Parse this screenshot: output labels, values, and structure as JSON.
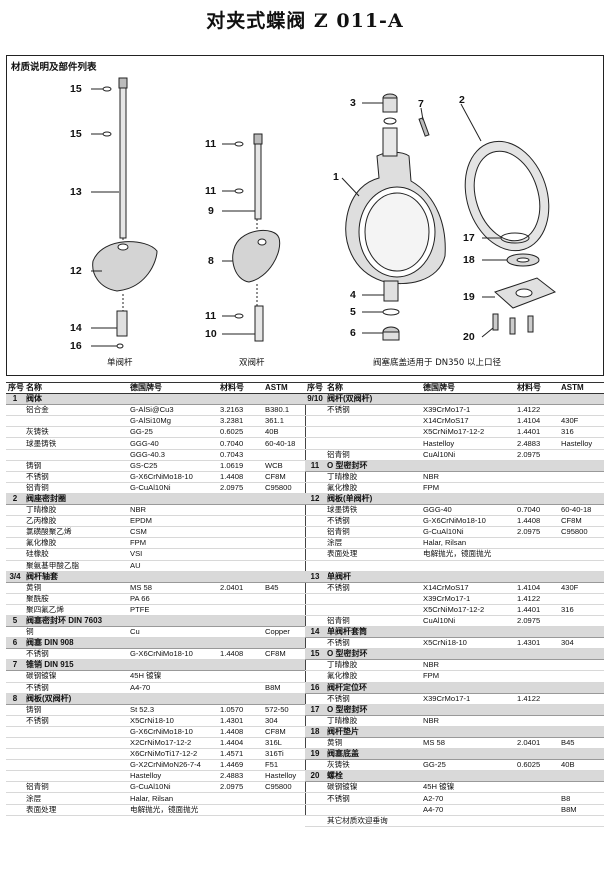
{
  "title": "对夹式蝶阀 Z 011-A",
  "diagram": {
    "header": "材质说明及部件列表",
    "captions": {
      "single_stem": "单阀杆",
      "double_stem": "双阀杆",
      "note": "阀塞底盖适用于 DN350 以上口径"
    },
    "callouts": {
      "c15a": "15",
      "c15b": "15",
      "c13": "13",
      "c12": "12",
      "c14": "14",
      "c16": "16",
      "c11a": "11",
      "c11b": "11",
      "c9": "9",
      "c8": "8",
      "c11c": "11",
      "c10": "10",
      "c3": "3",
      "c7": "7",
      "c2": "2",
      "c1": "1",
      "c17": "17",
      "c18": "18",
      "c4": "4",
      "c5": "5",
      "c19": "19",
      "c6": "6",
      "c20": "20"
    }
  },
  "table_headers": {
    "no": "序号",
    "name": "名称",
    "din": "德国牌号",
    "mat": "材料号",
    "astm": "ASTM"
  },
  "left_rows": [
    {
      "g": true,
      "no": "1",
      "name": "阀体"
    },
    {
      "name": "铝合金",
      "din": "G-AlSi@Cu3",
      "mat": "3.2163",
      "astm": "B380.1"
    },
    {
      "name": "",
      "din": "G-AlSi10Mg",
      "mat": "3.2381",
      "astm": "361.1"
    },
    {
      "name": "灰铸铁",
      "din": "GG-25",
      "mat": "0.6025",
      "astm": "40B"
    },
    {
      "name": "球墨铸铁",
      "din": "GGG-40",
      "mat": "0.7040",
      "astm": "60-40-18"
    },
    {
      "name": "",
      "din": "GGG-40.3",
      "mat": "0.7043",
      "astm": ""
    },
    {
      "name": "铸钢",
      "din": "GS-C25",
      "mat": "1.0619",
      "astm": "WCB"
    },
    {
      "name": "不锈钢",
      "din": "G-X6CrNiMo18-10",
      "mat": "1.4408",
      "astm": "CF8M"
    },
    {
      "name": "铝青铜",
      "din": "G-CuAl10Ni",
      "mat": "2.0975",
      "astm": "C95800"
    },
    {
      "g": true,
      "no": "2",
      "name": "阀座密封圈"
    },
    {
      "name": "丁晴橡胶",
      "din": "NBR",
      "mat": "",
      "astm": ""
    },
    {
      "name": "乙丙橡胶",
      "din": "EPDM",
      "mat": "",
      "astm": ""
    },
    {
      "name": "氯磺酸聚乙烯",
      "din": "CSM",
      "mat": "",
      "astm": ""
    },
    {
      "name": "氟化橡胶",
      "din": "FPM",
      "mat": "",
      "astm": ""
    },
    {
      "name": "硅橡胶",
      "din": "VSI",
      "mat": "",
      "astm": ""
    },
    {
      "name": "聚氨基甲酸乙脂",
      "din": "AU",
      "mat": "",
      "astm": ""
    },
    {
      "g": true,
      "no": "3/4",
      "name": "阀杆轴套"
    },
    {
      "name": "黄铜",
      "din": "MS 58",
      "mat": "2.0401",
      "astm": "B45"
    },
    {
      "name": "聚酰胺",
      "din": "PA 66",
      "mat": "",
      "astm": ""
    },
    {
      "name": "聚四氟乙烯",
      "din": "PTFE",
      "mat": "",
      "astm": ""
    },
    {
      "g": true,
      "no": "5",
      "name": "阀塞密封环 DIN 7603"
    },
    {
      "name": "铜",
      "din": "Cu",
      "mat": "",
      "astm": "Copper"
    },
    {
      "g": true,
      "no": "6",
      "name": "阀塞 DIN 908"
    },
    {
      "name": "不锈钢",
      "din": "G-X6CrNiMo18-10",
      "mat": "1.4408",
      "astm": "CF8M"
    },
    {
      "g": true,
      "no": "7",
      "name": "锥销 DIN 915"
    },
    {
      "name": "碳钢镀镍",
      "din": "45H 镀镍",
      "mat": "",
      "astm": ""
    },
    {
      "name": "不锈钢",
      "din": "A4-70",
      "mat": "",
      "astm": "B8M"
    },
    {
      "g": true,
      "no": "8",
      "name": "阀板(双阀杆)"
    },
    {
      "name": "铸钢",
      "din": "St 52.3",
      "mat": "1.0570",
      "astm": "572-50"
    },
    {
      "name": "不锈钢",
      "din": "X5CrNi18-10",
      "mat": "1.4301",
      "astm": "304"
    },
    {
      "name": "",
      "din": "G-X6CrNiMo18-10",
      "mat": "1.4408",
      "astm": "CF8M"
    },
    {
      "name": "",
      "din": "X2CrNiMo17-12-2",
      "mat": "1.4404",
      "astm": "316L"
    },
    {
      "name": "",
      "din": "X6CrNiMoTi17-12-2",
      "mat": "1.4571",
      "astm": "316Ti"
    },
    {
      "name": "",
      "din": "G-X2CrNiMoN26-7-4",
      "mat": "1.4469",
      "astm": "F51"
    },
    {
      "name": "",
      "din": "Hastelloy",
      "mat": "2.4883",
      "astm": "Hastelloy"
    },
    {
      "name": "铝青铜",
      "din": "G-CuAl10Ni",
      "mat": "2.0975",
      "astm": "C95800"
    },
    {
      "name": "涂层",
      "din": "Halar, Rilsan",
      "mat": "",
      "astm": ""
    },
    {
      "name": "表面处理",
      "din": "电解抛光，镜面抛光",
      "mat": "",
      "astm": ""
    }
  ],
  "right_rows": [
    {
      "g": true,
      "no": "9/10",
      "name": "阀杆(双阀杆)"
    },
    {
      "name": "不锈钢",
      "din": "X39CrMo17-1",
      "mat": "1.4122",
      "astm": ""
    },
    {
      "name": "",
      "din": "X14CrMoS17",
      "mat": "1.4104",
      "astm": "430F"
    },
    {
      "name": "",
      "din": "X5CrNiMo17-12-2",
      "mat": "1.4401",
      "astm": "316"
    },
    {
      "name": "",
      "din": "Hastelloy",
      "mat": "2.4883",
      "astm": "Hastelloy"
    },
    {
      "name": "铝青铜",
      "din": "CuAl10Ni",
      "mat": "2.0975",
      "astm": ""
    },
    {
      "g": true,
      "no": "11",
      "name": "O 型密封环"
    },
    {
      "name": "丁晴橡胶",
      "din": "NBR",
      "mat": "",
      "astm": ""
    },
    {
      "name": "氟化橡胶",
      "din": "FPM",
      "mat": "",
      "astm": ""
    },
    {
      "g": true,
      "no": "12",
      "name": "阀板(单阀杆)"
    },
    {
      "name": "球墨铸铁",
      "din": "GGG-40",
      "mat": "0.7040",
      "astm": "60-40-18"
    },
    {
      "name": "不锈钢",
      "din": "G-X6CrNiMo18-10",
      "mat": "1.4408",
      "astm": "CF8M"
    },
    {
      "name": "铝青铜",
      "din": "G-CuAl10Ni",
      "mat": "2.0975",
      "astm": "C95800"
    },
    {
      "name": "涂层",
      "din": "Halar, Rilsan",
      "mat": "",
      "astm": ""
    },
    {
      "name": "表面处理",
      "din": "电解抛光，镜面抛光",
      "mat": "",
      "astm": ""
    },
    {
      "name": "",
      "din": "",
      "mat": "",
      "astm": ""
    },
    {
      "g": true,
      "no": "13",
      "name": "单阀杆"
    },
    {
      "name": "不锈钢",
      "din": "X14CrMoS17",
      "mat": "1.4104",
      "astm": "430F"
    },
    {
      "name": "",
      "din": "X39CrMo17-1",
      "mat": "1.4122",
      "astm": ""
    },
    {
      "name": "",
      "din": "X5CrNiMo17-12-2",
      "mat": "1.4401",
      "astm": "316"
    },
    {
      "name": "铝青铜",
      "din": "CuAl10Ni",
      "mat": "2.0975",
      "astm": ""
    },
    {
      "g": true,
      "no": "14",
      "name": "单阀杆套筒"
    },
    {
      "name": "不锈钢",
      "din": "X5CrNi18-10",
      "mat": "1.4301",
      "astm": "304"
    },
    {
      "g": true,
      "no": "15",
      "name": "O 型密封环"
    },
    {
      "name": "丁晴橡胶",
      "din": "NBR",
      "mat": "",
      "astm": ""
    },
    {
      "name": "氟化橡胶",
      "din": "FPM",
      "mat": "",
      "astm": ""
    },
    {
      "g": true,
      "no": "16",
      "name": "阀杆定位环"
    },
    {
      "name": "不锈钢",
      "din": "X39CrMo17-1",
      "mat": "1.4122",
      "astm": ""
    },
    {
      "g": true,
      "no": "17",
      "name": "O 型密封环"
    },
    {
      "name": "丁晴橡胶",
      "din": "NBR",
      "mat": "",
      "astm": ""
    },
    {
      "g": true,
      "no": "18",
      "name": "阀杆垫片"
    },
    {
      "name": "黄铜",
      "din": "MS 58",
      "mat": "2.0401",
      "astm": "B45"
    },
    {
      "g": true,
      "no": "19",
      "name": "阀塞底盖"
    },
    {
      "name": "灰铸铁",
      "din": "GG-25",
      "mat": "0.6025",
      "astm": "40B"
    },
    {
      "g": true,
      "no": "20",
      "name": "螺栓"
    },
    {
      "name": "碳钢镀镍",
      "din": "45H 镀镍",
      "mat": "",
      "astm": ""
    },
    {
      "name": "不锈钢",
      "din": "A2-70",
      "mat": "",
      "astm": "B8"
    },
    {
      "name": "",
      "din": "A4-70",
      "mat": "",
      "astm": "B8M"
    },
    {
      "name": "其它材质欢迎垂询",
      "din": "",
      "mat": "",
      "astm": ""
    }
  ]
}
